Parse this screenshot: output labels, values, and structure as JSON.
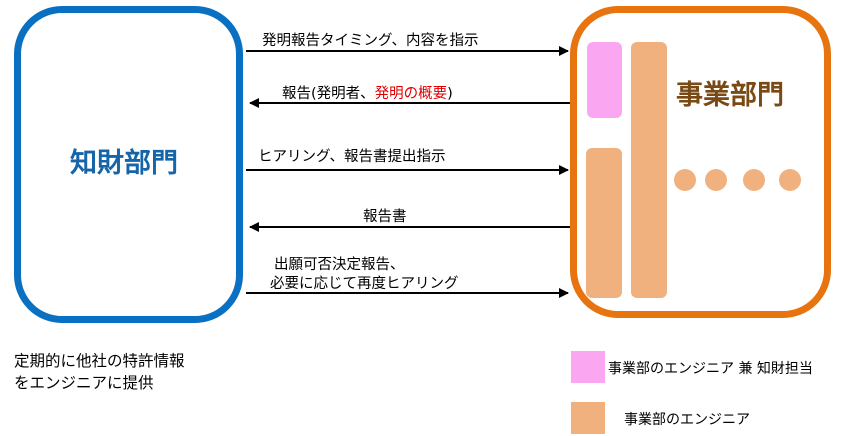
{
  "left_dept": {
    "title": "知財部門"
  },
  "right_dept": {
    "title": "事業部門"
  },
  "flows": [
    {
      "label": "発明報告タイミング、内容を指示",
      "direction": "right"
    },
    {
      "label_pre": "報告(発明者、",
      "label_red": "発明の概要",
      "label_post": ")",
      "direction": "left"
    },
    {
      "label": "ヒアリング、報告書提出指示",
      "direction": "right"
    },
    {
      "label": "報告書",
      "direction": "left"
    },
    {
      "label_line1": "出願可否決定報告、",
      "label_line2": "必要に応じて再度ヒアリング",
      "direction": "right"
    }
  ],
  "left_note": {
    "line1": "定期的に他社の特許情報",
    "line2": "をエンジニアに提供"
  },
  "legend": [
    {
      "color": "#fba6f1",
      "text": "事業部のエンジニア 兼 知財担当"
    },
    {
      "color": "#f0b17f",
      "text": "事業部のエンジニア"
    }
  ],
  "colors": {
    "left_border": "#0a70c2",
    "right_border": "#e8740f",
    "engineer_ip": "#fba6f1",
    "engineer": "#f0b17f",
    "highlight_text": "#e00000"
  }
}
